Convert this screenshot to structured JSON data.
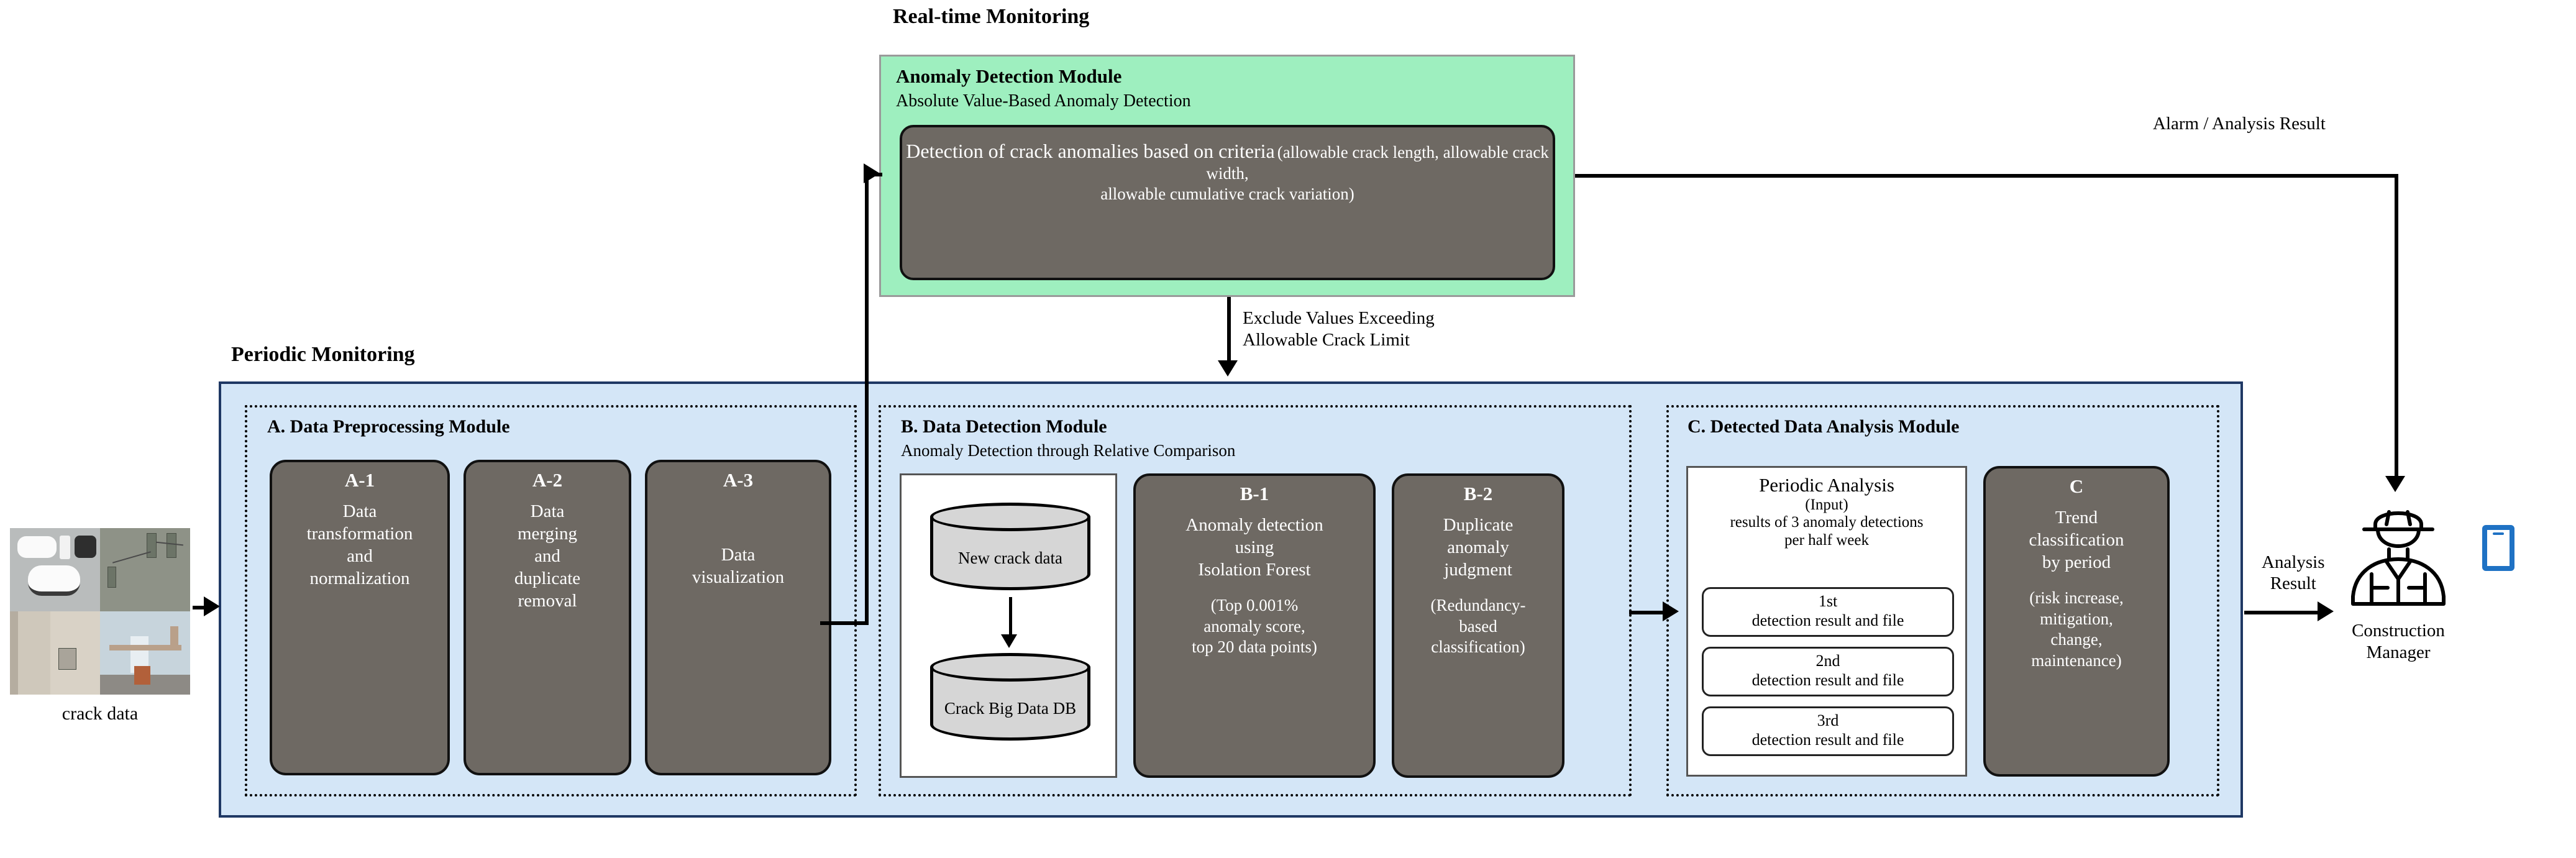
{
  "diagram": {
    "sections": {
      "realtime_title": "Real-time Monitoring",
      "periodic_title": "Periodic Monitoring"
    },
    "realtime": {
      "module_title": "Anomaly Detection Module",
      "module_subtitle": "Absolute Value-Based Anomaly Detection",
      "process_heading": "Detection of crack anomalies based on criteria",
      "process_note": "(allowable crack length, allowable crack width,\nallowable cumulative crack variation)",
      "process_note_line1": "(allowable crack length, allowable crack width,",
      "process_note_line2": "allowable cumulative crack variation)"
    },
    "module_a": {
      "title": "A. Data Preprocessing Module",
      "steps": [
        {
          "tag": "A-1",
          "body": "Data\ntransformation\nand\nnormalization",
          "lines": [
            "Data",
            "transformation",
            "and",
            "normalization"
          ]
        },
        {
          "tag": "A-2",
          "body": "Data\nmerging\nand\nduplicate\nremoval",
          "lines": [
            "Data",
            "merging",
            "and",
            "duplicate",
            "removal"
          ]
        },
        {
          "tag": "A-3",
          "body": "Data\nvisualization",
          "lines": [
            "Data",
            "visualization"
          ]
        }
      ]
    },
    "module_b": {
      "title": "B. Data Detection Module",
      "subtitle": "Anomaly Detection through Relative Comparison",
      "databases": [
        {
          "label": "New crack data"
        },
        {
          "label": "Crack Big Data DB"
        }
      ],
      "steps": [
        {
          "tag": "B-1",
          "lines": [
            "Anomaly detection",
            "using",
            "Isolation Forest"
          ],
          "note_lines": [
            "(Top 0.001%",
            "anomaly score,",
            "top 20 data points)"
          ]
        },
        {
          "tag": "B-2",
          "lines": [
            "Duplicate",
            "anomaly",
            "judgment"
          ],
          "note_lines": [
            "(Redundancy-",
            "based",
            "classification)"
          ]
        }
      ]
    },
    "module_c": {
      "title": "C. Detected Data Analysis Module",
      "panel": {
        "heading": "Periodic Analysis",
        "input_label": "(Input)",
        "description_line1": "results of 3 anomaly detections",
        "description_line2": "per half week",
        "items": [
          {
            "ordinal": "1st",
            "text": "detection result and file"
          },
          {
            "ordinal": "2nd",
            "text": "detection result and file"
          },
          {
            "ordinal": "3rd",
            "text": "detection result and file"
          }
        ]
      },
      "step": {
        "tag": "C",
        "lines": [
          "Trend",
          "classification",
          "by period"
        ],
        "note_lines": [
          "(risk increase,",
          "mitigation,",
          "change,",
          "maintenance)"
        ]
      }
    },
    "inputs": {
      "crack_data_caption": "crack data"
    },
    "edges": {
      "exclude_line1": "Exclude Values Exceeding",
      "exclude_line2": "Allowable Crack Limit",
      "alarm_result": "Alarm / Analysis Result",
      "analysis_result_line1": "Analysis",
      "analysis_result_line2": "Result"
    },
    "actor": {
      "name_line1": "Construction",
      "name_line2": "Manager",
      "icons": [
        "hard-hat-worker-icon",
        "tablet-icon"
      ]
    },
    "colors": {
      "realtime_fill": "#9EEFBF",
      "periodic_fill": "#D4E6F7",
      "periodic_border": "#1F3864",
      "process_fill": "#6E6963",
      "db_fill": "#D6D6D6",
      "tablet_accent": "#1F72C4"
    }
  }
}
